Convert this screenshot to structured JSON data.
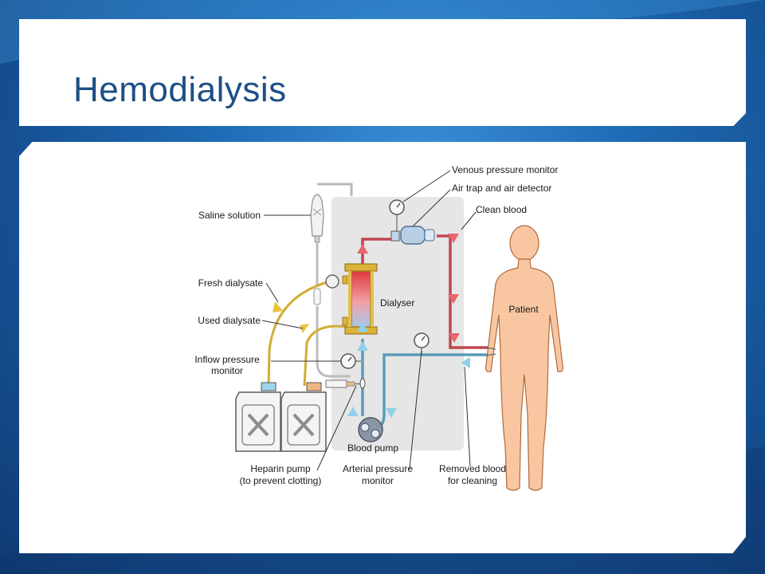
{
  "slide": {
    "title": "Hemodialysis"
  },
  "diagram": {
    "labels": {
      "venous_pressure_monitor": "Venous pressure monitor",
      "air_trap": "Air trap and air detector",
      "clean_blood": "Clean blood",
      "saline_solution": "Saline solution",
      "fresh_dialysate": "Fresh dialysate",
      "dialyser": "Dialyser",
      "used_dialysate": "Used dialysate",
      "patient": "Patient",
      "inflow_pressure_line1": "Inflow pressure",
      "inflow_pressure_line2": "monitor",
      "blood_pump": "Blood pump",
      "heparin_line1": "Heparin pump",
      "heparin_line2": "(to prevent clotting)",
      "arterial_line1": "Arterial pressure",
      "arterial_line2": "monitor",
      "removed_line1": "Removed blood",
      "removed_line2": "for cleaning"
    },
    "colors": {
      "clean_blood": "#c0474f",
      "removed_blood": "#5a9cb8",
      "dialysate": "#d2ad33",
      "skin": "#f8c7a2",
      "machine": "#e6e6e6",
      "title": "#1c4f86"
    }
  }
}
